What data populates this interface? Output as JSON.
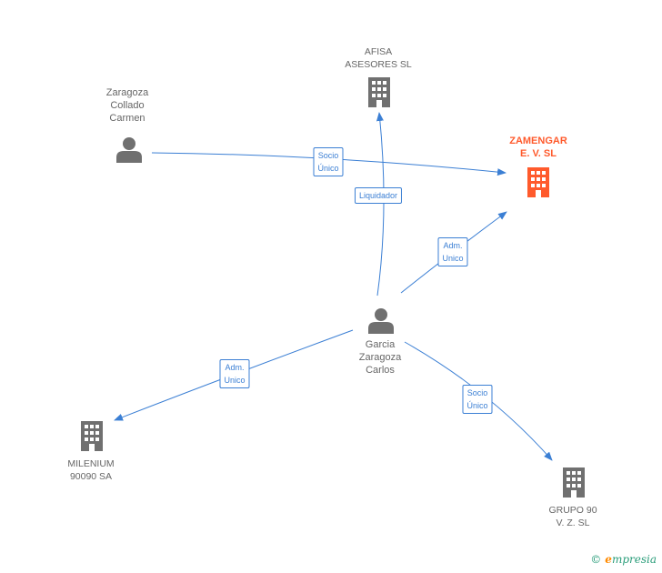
{
  "nodes": {
    "afisa": {
      "lines": [
        "AFISA",
        "ASESORES SL"
      ],
      "color": "#707070"
    },
    "zaragoza_collado": {
      "lines": [
        "Zaragoza",
        "Collado",
        "Carmen"
      ],
      "color": "#707070"
    },
    "zamengar": {
      "lines": [
        "ZAMENGAR",
        "E.  V.  SL"
      ],
      "color": "#ff5a2c"
    },
    "garcia_zaragoza": {
      "lines": [
        "Garcia",
        "Zaragoza",
        "Carlos"
      ],
      "color": "#707070"
    },
    "milenium": {
      "lines": [
        "MILENIUM",
        "90090 SA"
      ],
      "color": "#707070"
    },
    "grupo90": {
      "lines": [
        "GRUPO 90",
        "V. Z.  SL"
      ],
      "color": "#707070"
    }
  },
  "edges": {
    "socio_unico_1": {
      "lines": [
        "Socio",
        "Único"
      ]
    },
    "liquidador": {
      "lines": [
        "Liquidador"
      ]
    },
    "adm_unico_1": {
      "lines": [
        "Adm.",
        "Unico"
      ]
    },
    "adm_unico_2": {
      "lines": [
        "Adm.",
        "Unico"
      ]
    },
    "socio_unico_2": {
      "lines": [
        "Socio",
        "Único"
      ]
    }
  },
  "colors": {
    "edge": "#3b7fd4",
    "node_icon": "#707070",
    "focus": "#ff5a2c"
  },
  "watermark": {
    "symbol": "©",
    "brand_initial": "e",
    "brand_rest": "mpresia"
  }
}
